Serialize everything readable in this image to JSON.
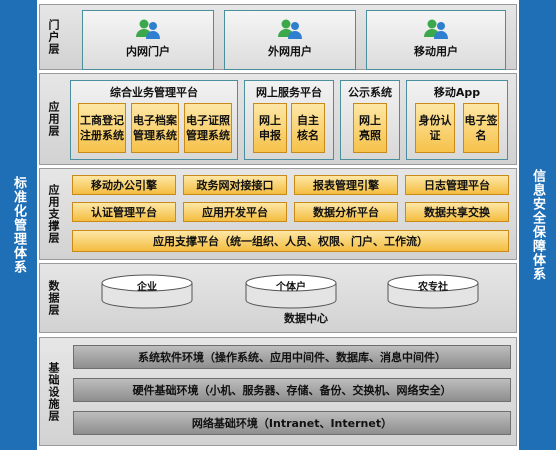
{
  "side_left": "标准化管理体系",
  "side_right": "信息安全保障体系",
  "portal_layer": {
    "label": "门户层",
    "items": [
      "内网门户",
      "外网用户",
      "移动用户"
    ]
  },
  "application_layer": {
    "label": "应用层",
    "groups": [
      {
        "title": "综合业务管理平台",
        "items": [
          "工商登记注册系统",
          "电子档案管理系统",
          "电子证照管理系统"
        ]
      },
      {
        "title": "网上服务平台",
        "items": [
          "网上申报",
          "自主核名"
        ]
      },
      {
        "title": "公示系统",
        "items": [
          "网上亮照"
        ]
      },
      {
        "title": "移动App",
        "items": [
          "身份认证",
          "电子签名"
        ]
      }
    ]
  },
  "support_layer": {
    "label": "应用支撑层",
    "row1": [
      "移动办公引擎",
      "政务网对接接口",
      "报表管理引擎",
      "日志管理平台"
    ],
    "row2": [
      "认证管理平台",
      "应用开发平台",
      "数据分析平台",
      "数据共享交换"
    ],
    "platform": "应用支撑平台（统一组织、人员、权限、门户、工作流）"
  },
  "data_layer": {
    "label": "数据层",
    "databases": [
      "企业",
      "个体户",
      "农专社"
    ],
    "center": "数据中心"
  },
  "infrastructure_layer": {
    "label": "基础设施层",
    "items": [
      "系统软件环境（操作系统、应用中间件、数据库、消息中间件）",
      "硬件基础环境（小机、服务器、存储、备份、交换机、网络安全）",
      "网络基础环境（Intranet、Internet）"
    ]
  }
}
